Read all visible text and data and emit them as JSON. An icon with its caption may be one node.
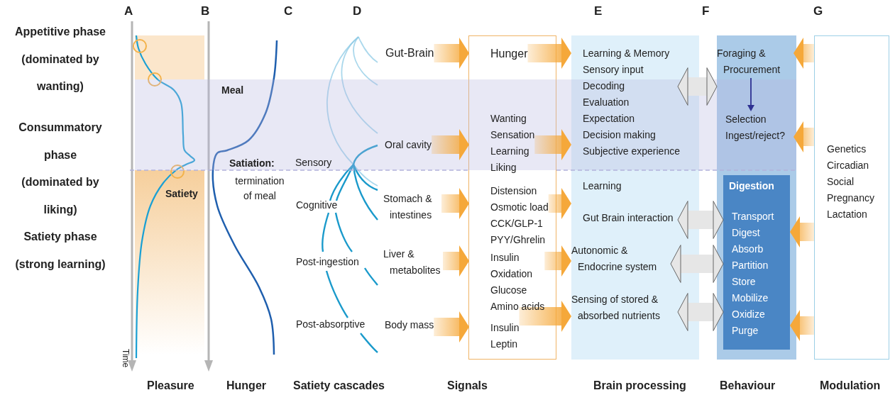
{
  "diagram": {
    "nodes": [
      {
        "text": [
          "Gut-Brain"
        ]
      },
      {
        "text": [],
        "shape": "box"
      },
      {
        "text": [
          "Hunger"
        ],
        "in": 1
      },
      {
        "text": [],
        "shape": "box"
      },
      {
        "text": [
          "Learning & Memory",
          "Sensory input",
          "Decoding",
          "Evaluation",
          "Expectation",
          "Decision making",
          "Subjective experience"
        ],
        "in": 3
      },
      {
        "text": [],
        "shape": "box"
      },
      {
        "text": [
          "Foraging & Procurement"
        ],
        "in": 5
      },
      {
        "text": [
          "Genetics",
          "Circadian",
          "Social",
          "Pregnancy",
          "Lactation"
        ]
      },
      {
        "text": [
          "Selection",
          "Ingest/reject?"
        ],
        "in": 5
      },
      {
        "text": [
          "Oral cavity"
        ]
      },
      {
        "text": [
          "Wanting",
          "Sensation",
          "Learning",
          "Liking"
        ],
        "in": 1
      },
      {
        "text": [
          "Stomach & intestines"
        ]
      },
      {
        "text": [
          "Distension",
          "Osmotic load",
          "CCK/GLP-1",
          "PYY/Ghrelin"
        ],
        "in": 1
      },
      {
        "text": [
          "Learning",
          "Gut Brain interaction"
        ],
        "in": 3
      },
      {
        "text": [
          "Digestion",
          "Transport",
          "Digest",
          "Absorb",
          "Partition",
          "Store",
          "Mobilize",
          "Oxidize",
          "Purge"
        ],
        "in": 5
      },
      {
        "text": [
          "Liver & metabolites"
        ]
      },
      {
        "text": [
          "Insulin",
          "Oxidation",
          "Glucose",
          "Amino acids"
        ],
        "in": 1
      },
      {
        "text": [
          "Autonomic & Endocrine system"
        ],
        "in": 3
      },
      {
        "text": [
          "Body mass"
        ]
      },
      {
        "text": [
          "Insulin",
          "Leptin"
        ],
        "in": 1
      },
      {
        "text": [
          "Sensing of stored & absorbed nutrients"
        ],
        "in": 3
      }
    ],
    "edges": [
      {
        "from": 0,
        "to": 2,
        "arrow": "to"
      },
      {
        "from": 2,
        "to": 4,
        "arrow": "to"
      },
      {
        "from": 9,
        "to": 10,
        "arrow": "to"
      },
      {
        "from": 10,
        "to": 4,
        "arrow": "to"
      },
      {
        "from": 11,
        "to": 12,
        "arrow": "to"
      },
      {
        "from": 12,
        "to": 13,
        "arrow": "to"
      },
      {
        "from": 15,
        "to": 16,
        "arrow": "to"
      },
      {
        "from": 16,
        "to": 17,
        "arrow": "to"
      },
      {
        "from": 18,
        "to": 19,
        "arrow": "to"
      },
      {
        "from": 19,
        "to": 20,
        "arrow": "to"
      },
      {
        "from": 4,
        "to": 5,
        "arrow": "both",
        "color": "#e6e6e6"
      },
      {
        "from": 13,
        "to": 14,
        "arrow": "both",
        "color": "#e6e6e6"
      },
      {
        "from": 17,
        "to": 14,
        "arrow": "both",
        "color": "#e6e6e6"
      },
      {
        "from": 20,
        "to": 14,
        "arrow": "both",
        "color": "#e6e6e6"
      },
      {
        "from": 6,
        "to": 8,
        "arrow": "to",
        "color": "#2e3192"
      },
      {
        "from": 7,
        "to": 6,
        "arrow": "to"
      },
      {
        "from": 7,
        "to": 8,
        "arrow": "to"
      },
      {
        "from": 7,
        "to": 14,
        "arrow": "to"
      },
      {
        "from": 7,
        "to": 14,
        "arrow": "to"
      }
    ],
    "labels": [
      "A",
      "B",
      "C",
      "D",
      "E",
      "F",
      "G",
      "Appetitive phase (dominated by wanting)",
      "Meal",
      "Consummatory phase (dominated by liking)",
      "Satiation:",
      "Sensory",
      "termination of meal",
      "Satiety",
      "Cognitive",
      "Satiety phase (strong learning)",
      "Post-ingestion",
      "Post-absorptive",
      "Time",
      "Pleasure",
      "Hunger",
      "Satiety cascades",
      "Signals",
      "Brain processing",
      "Behaviour",
      "Modulation"
    ]
  }
}
